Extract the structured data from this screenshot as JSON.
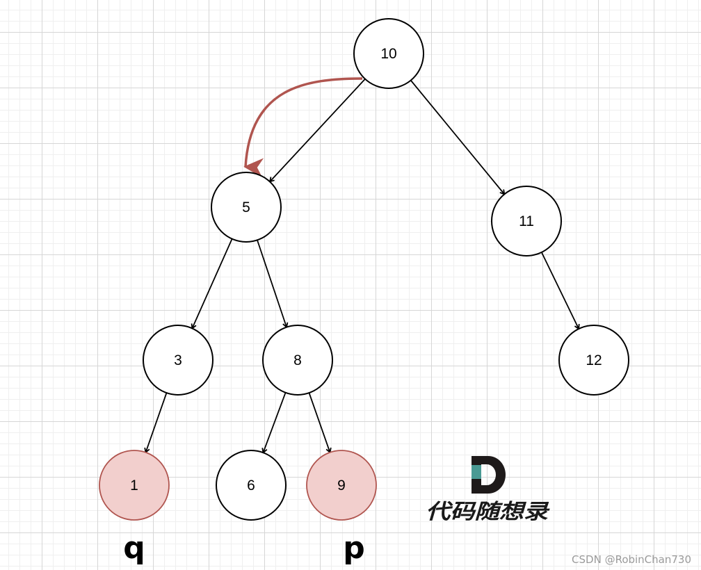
{
  "nodes": [
    {
      "id": "n10",
      "label": "10",
      "highlight": false
    },
    {
      "id": "n5",
      "label": "5",
      "highlight": false
    },
    {
      "id": "n11",
      "label": "11",
      "highlight": false
    },
    {
      "id": "n3",
      "label": "3",
      "highlight": false
    },
    {
      "id": "n8",
      "label": "8",
      "highlight": false
    },
    {
      "id": "n12",
      "label": "12",
      "highlight": false
    },
    {
      "id": "n1",
      "label": "1",
      "highlight": true
    },
    {
      "id": "n6",
      "label": "6",
      "highlight": false
    },
    {
      "id": "n9",
      "label": "9",
      "highlight": true
    }
  ],
  "edges": [
    {
      "from": "n10",
      "to": "n5"
    },
    {
      "from": "n10",
      "to": "n11"
    },
    {
      "from": "n5",
      "to": "n3"
    },
    {
      "from": "n5",
      "to": "n8"
    },
    {
      "from": "n11",
      "to": "n12"
    },
    {
      "from": "n3",
      "to": "n1"
    },
    {
      "from": "n8",
      "to": "n6"
    },
    {
      "from": "n8",
      "to": "n9"
    }
  ],
  "curved_arrow": {
    "from": "n10",
    "to": "n5",
    "color": "#b0554f"
  },
  "markers": {
    "q": "q",
    "p": "p"
  },
  "logo": {
    "letter": "D",
    "text": "代码随想录"
  },
  "watermark": "CSDN @RobinChan730",
  "colors": {
    "node_fill": "#ffffff",
    "node_highlight_fill": "#f2cfcd",
    "node_highlight_stroke": "#b0554f",
    "stroke": "#000000",
    "logo_teal": "#4a9a94"
  }
}
